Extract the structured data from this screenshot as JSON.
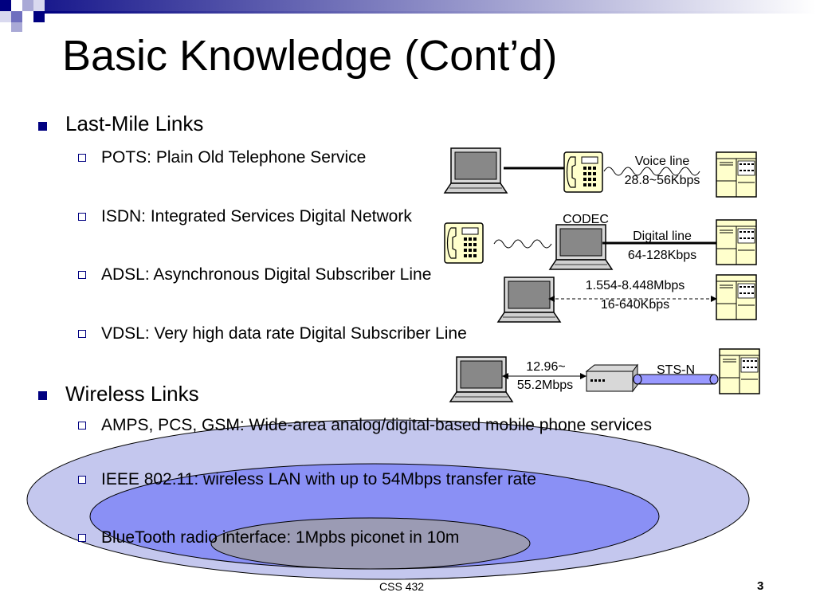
{
  "slide": {
    "title": "Basic Knowledge (Cont’d)",
    "footer": {
      "course": "CSS 432",
      "page": "3"
    }
  },
  "sections": [
    {
      "heading": "Last-Mile Links",
      "items": [
        "POTS: Plain Old Telephone Service",
        "ISDN: Integrated Services Digital Network",
        "ADSL: Asynchronous Digital Subscriber Line",
        "VDSL: Very high data rate Digital Subscriber Line"
      ]
    },
    {
      "heading": "Wireless Links",
      "items": [
        "AMPS, PCS, GSM: Wide-area analog/digital-based mobile phone services",
        "IEEE 802.11: wireless LAN with up to 54Mbps transfer rate",
        "BlueTooth radio interface:  1Mpbs piconet in 10m"
      ]
    }
  ],
  "diagram": {
    "pots": {
      "line1": "Voice line",
      "line2": "28.8~56Kbps"
    },
    "isdn": {
      "codec": "CODEC",
      "line1": "Digital line",
      "line2": "64-128Kbps"
    },
    "adsl": {
      "line1": "1.554-8.448Mbps",
      "line2": "16-640Kbps"
    },
    "vdsl": {
      "line1": "12.96~",
      "line2": "55.2Mbps",
      "sts": "STS-N"
    }
  },
  "colors": {
    "banner_dark": "#000080",
    "bullet": "#000080",
    "ellipse_outer": "#c4c7ee",
    "ellipse_middle": "#8a90f5",
    "ellipse_inner": "#9b9bb4",
    "device_fill": "#ffffcc",
    "cable": "#9999ff"
  }
}
